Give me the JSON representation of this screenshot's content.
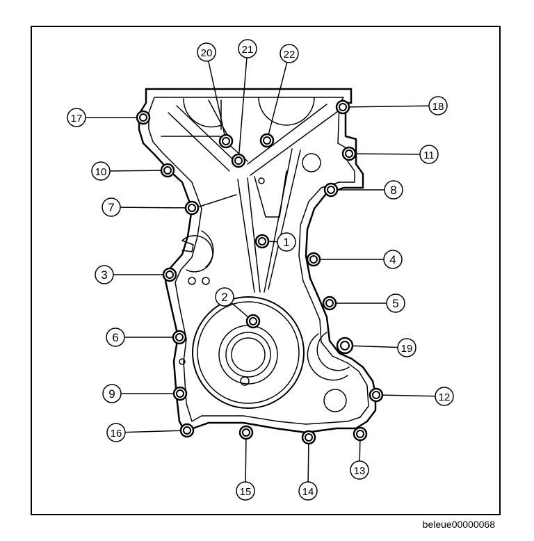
{
  "caption": "beleue00000068",
  "callouts": [
    "1",
    "2",
    "3",
    "4",
    "5",
    "6",
    "7",
    "8",
    "9",
    "10",
    "11",
    "12",
    "13",
    "14",
    "15",
    "16",
    "17",
    "18",
    "19",
    "20",
    "21",
    "22"
  ],
  "colors": {
    "line": "#000000",
    "background": "#ffffff"
  }
}
